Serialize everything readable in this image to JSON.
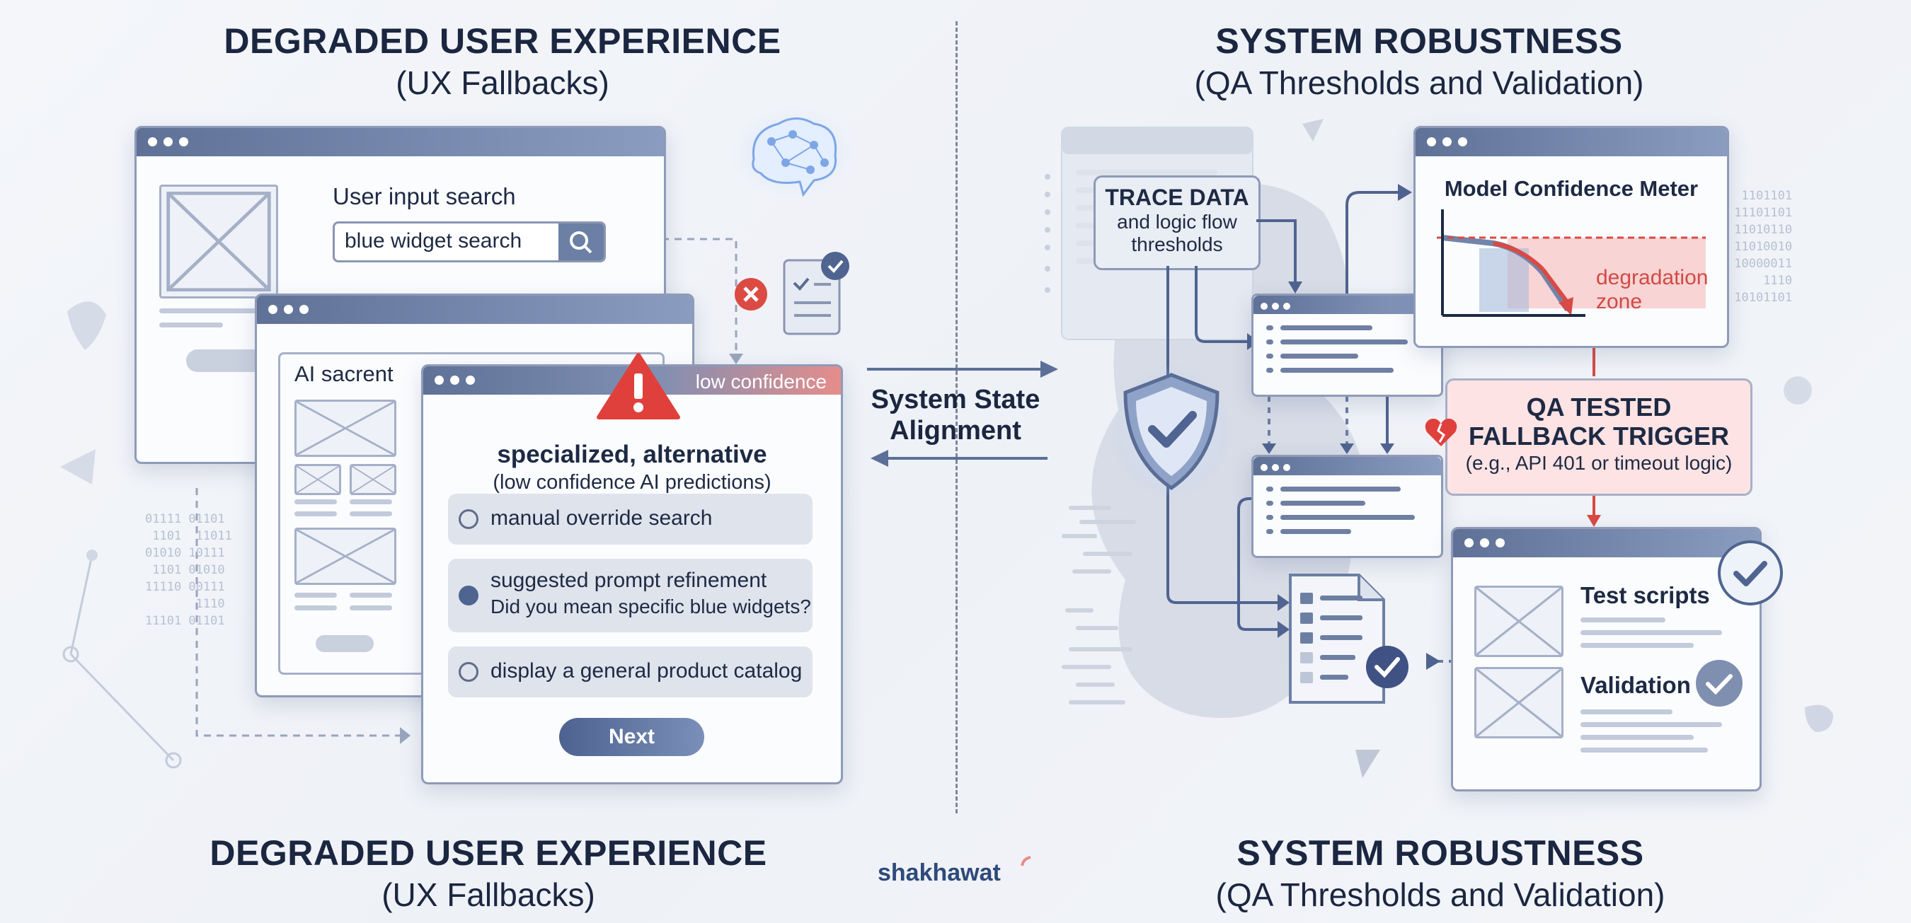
{
  "left": {
    "title": "DEGRADED USER EXPERIENCE",
    "subtitle": "(UX Fallbacks)"
  },
  "right": {
    "title": "SYSTEM ROBUSTNESS",
    "subtitle": "(QA Thresholds and Validation)"
  },
  "bottom_left": {
    "title": "DEGRADED USER EXPERIENCE",
    "subtitle": "(UX Fallbacks)"
  },
  "bottom_right": {
    "title": "SYSTEM ROBUSTNESS",
    "subtitle": "(QA Thresholds and Validation)"
  },
  "search_window": {
    "label": "User input search",
    "value": "blue widget search"
  },
  "ai_window": {
    "label": "AI sacrent"
  },
  "dialog": {
    "badge": "low confidence",
    "title": "specialized, alternative",
    "subtitle": "(low confidence AI predictions)",
    "options": [
      {
        "line1": "manual override search",
        "selected": false
      },
      {
        "line1": "suggested prompt refinement",
        "line2": "Did you mean specific blue widgets?",
        "selected": true
      },
      {
        "line1": "display a general product catalog",
        "selected": false
      }
    ],
    "next_label": "Next"
  },
  "center": {
    "label_line1": "System State",
    "label_line2": "Alignment"
  },
  "trace": {
    "line1": "TRACE DATA",
    "line2": "and logic flow",
    "line3": "thresholds"
  },
  "meter": {
    "title": "Model Confidence Meter",
    "zone_line1": "degradation",
    "zone_line2": "zone"
  },
  "fallback": {
    "line1": "QA TESTED",
    "line2": "FALLBACK TRIGGER",
    "line3": "(e.g., API 401 or timeout logic)"
  },
  "tests": {
    "scripts_label": "Test scripts",
    "validation_label": "Validation"
  },
  "brand": {
    "name": "shakhawat"
  },
  "colors": {
    "accent": "#5f7196",
    "danger": "#d94a44",
    "danger_bg": "#fde3e3",
    "text": "#1b2640"
  },
  "icons": [
    "brain-icon",
    "search-icon",
    "error-icon",
    "checklist-icon",
    "warning-icon",
    "shield-check-icon",
    "broken-heart-icon",
    "check-badge-icon"
  ]
}
